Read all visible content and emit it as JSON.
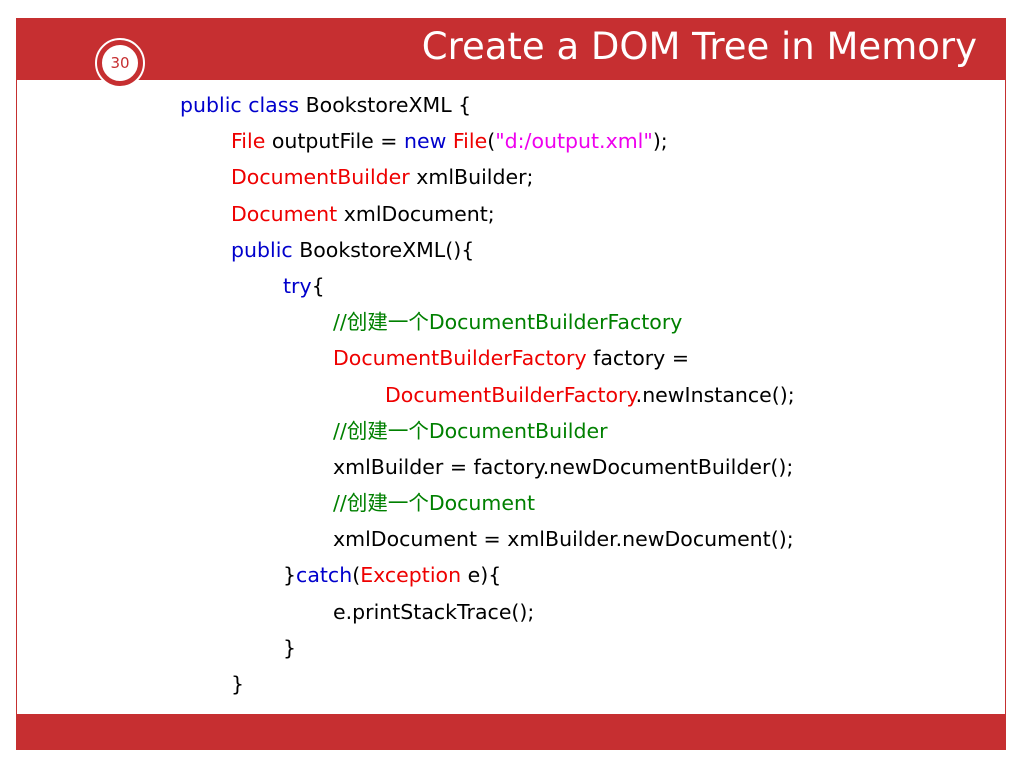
{
  "slide": {
    "number": "30",
    "title": "Create a DOM Tree in Memory"
  },
  "colors": {
    "accent": "#c62f31",
    "keyword": "#0000cc",
    "type": "#ee0000",
    "string": "#ee00ee",
    "comment": "#008000",
    "plain": "#000000"
  },
  "code": {
    "lines": [
      [
        "public class",
        " BookstoreXML {"
      ],
      [
        "File",
        " outputFile = ",
        "new",
        " ",
        "File",
        "(",
        "\"d:/output.xml\"",
        ");"
      ],
      [
        "DocumentBuilder",
        " xmlBuilder;"
      ],
      [
        "Document",
        " xmlDocument;"
      ],
      [
        "public",
        " BookstoreXML(){"
      ],
      [
        "try",
        "{"
      ],
      [
        "//创建一个DocumentBuilderFactory"
      ],
      [
        "DocumentBuilderFactory",
        " factory ="
      ],
      [
        "DocumentBuilderFactory",
        ".newInstance();"
      ],
      [
        "//创建一个DocumentBuilder"
      ],
      [
        "xmlBuilder = factory.newDocumentBuilder();"
      ],
      [
        "//创建一个Document"
      ],
      [
        "xmlDocument = xmlBuilder.newDocument();"
      ],
      [
        "}",
        "catch",
        "(",
        "Exception",
        " e){"
      ],
      [
        "e.printStackTrace();"
      ],
      [
        "}"
      ],
      [
        "}"
      ]
    ]
  }
}
